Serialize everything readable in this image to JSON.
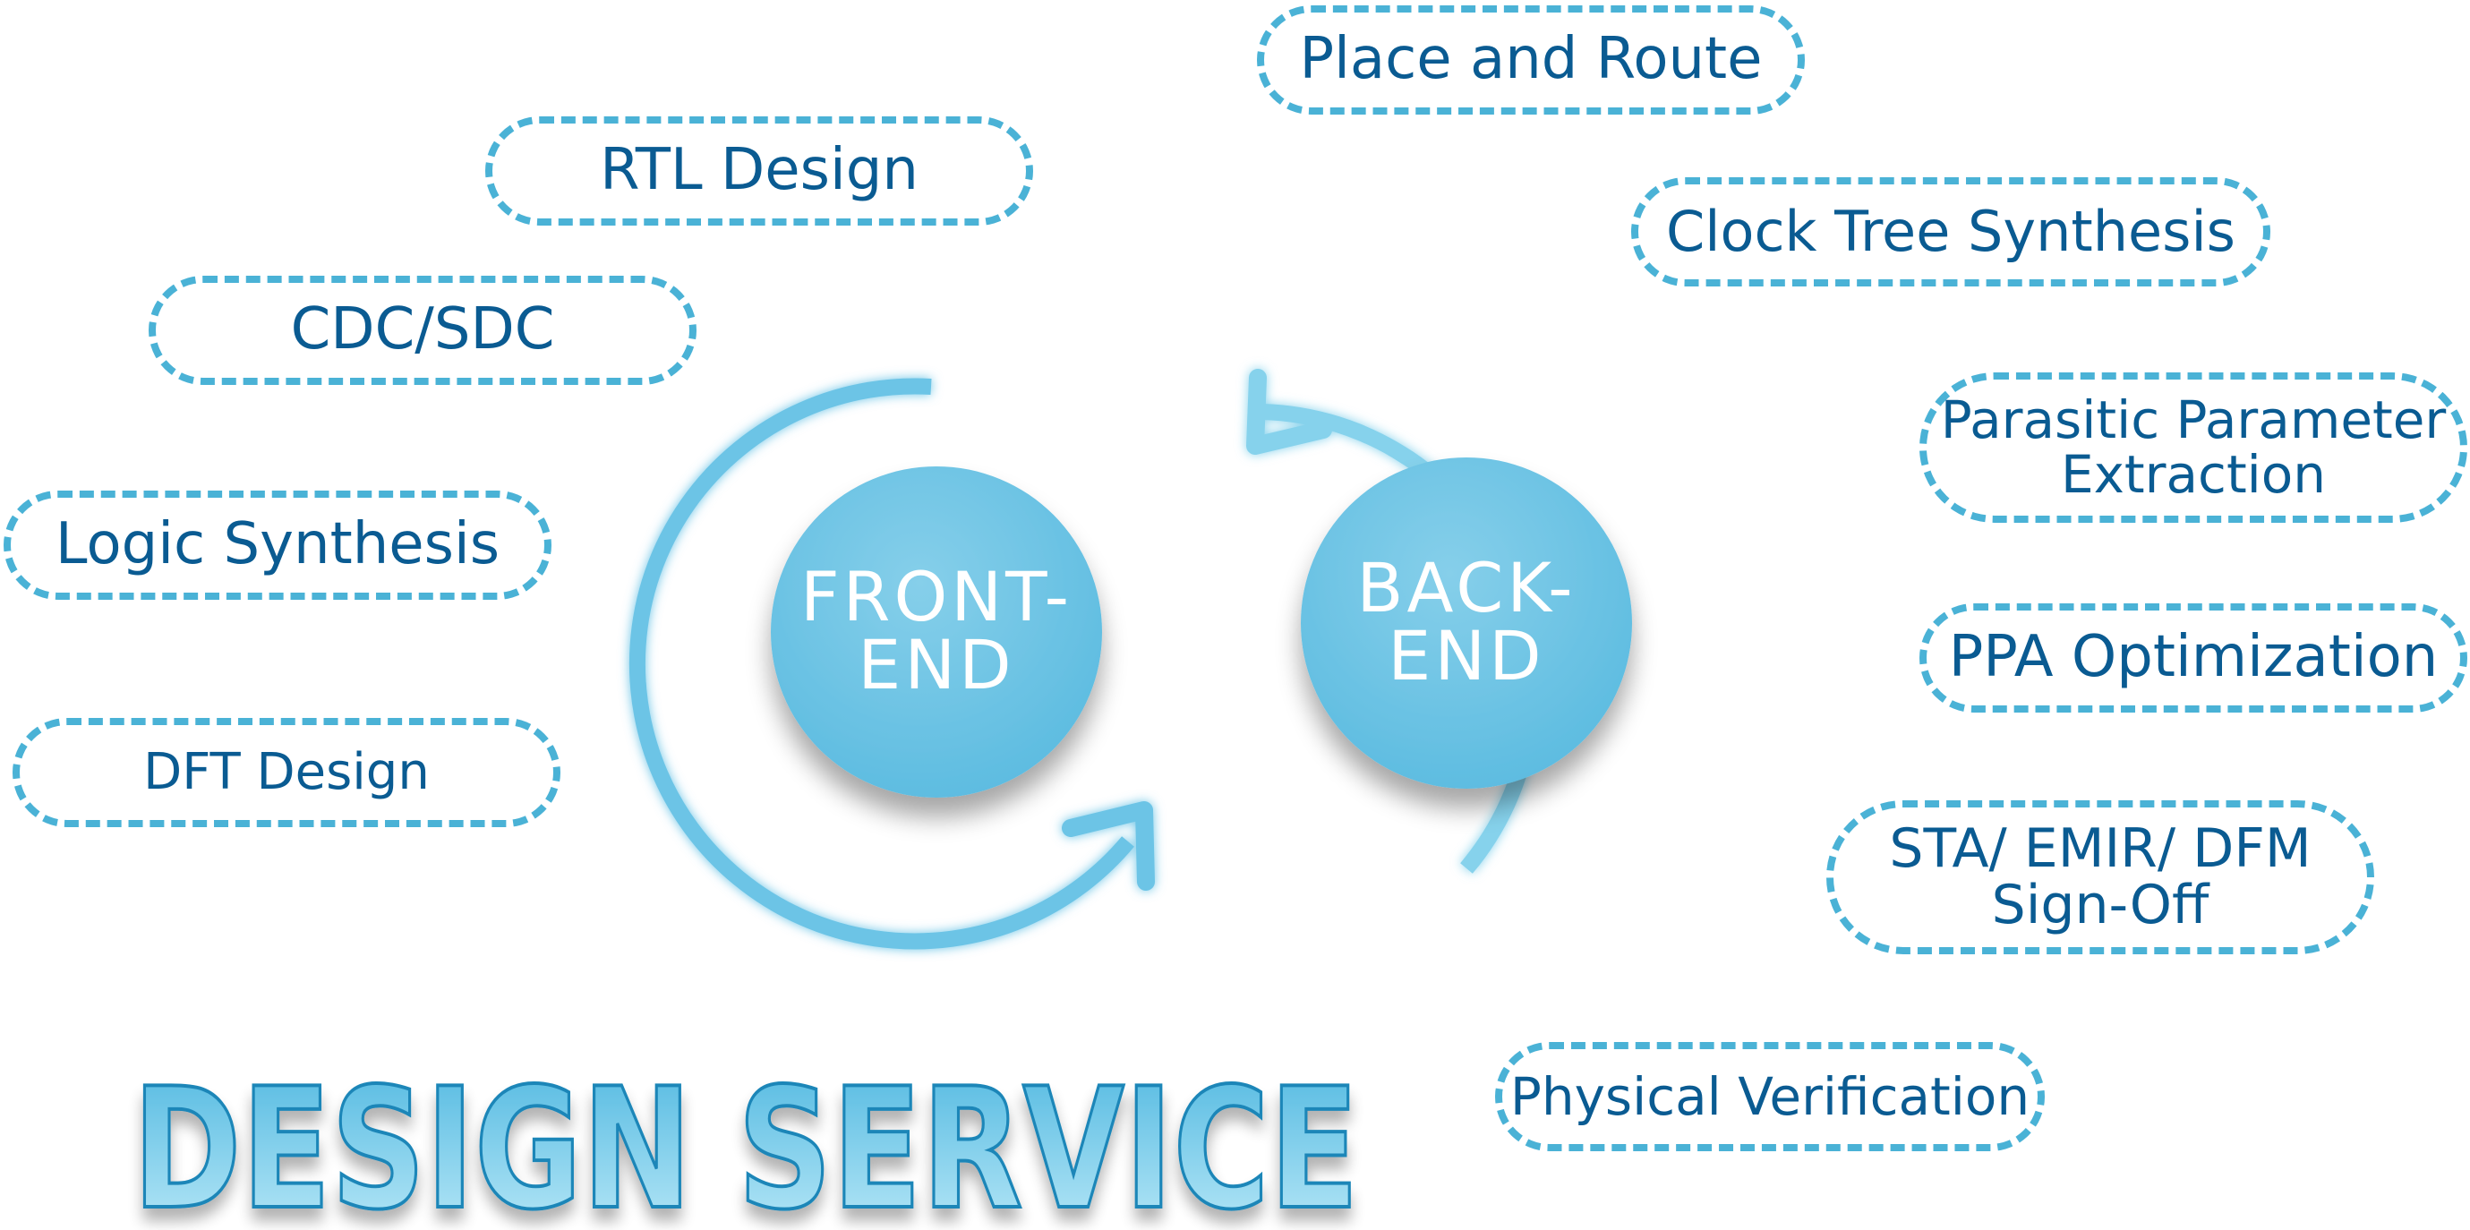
{
  "title": "DESIGN SERVICE",
  "front_end": {
    "line1": "FRONT-",
    "line2": "END",
    "items": [
      {
        "label": "RTL Design"
      },
      {
        "label": "CDC/SDC"
      },
      {
        "label": "Logic Synthesis"
      },
      {
        "label": "DFT Design"
      }
    ]
  },
  "back_end": {
    "line1": "BACK-",
    "line2": "END",
    "items": [
      {
        "label": "Place and Route"
      },
      {
        "label": "Clock Tree Synthesis"
      },
      {
        "label": "Parasitic Parameter",
        "label2": "Extraction"
      },
      {
        "label": "PPA Optimization"
      },
      {
        "label": "STA/ EMIR/ DFM",
        "label2": "Sign-Off"
      },
      {
        "label": "Physical Verification"
      }
    ]
  },
  "colors": {
    "pill_border": "#4ab2d6",
    "pill_text": "#0a5b92",
    "circle_fill": "#7fcbe6",
    "arc": "#6cc4e6",
    "title_top": "#4eb7e0",
    "title_bottom": "#a9e2f5",
    "title_stroke": "#1a86b8"
  }
}
